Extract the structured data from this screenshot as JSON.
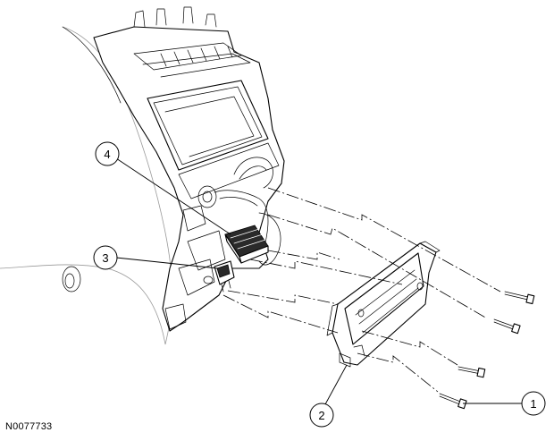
{
  "figure_id": "N0077733",
  "callouts": [
    {
      "number": "1"
    },
    {
      "number": "2"
    },
    {
      "number": "3"
    },
    {
      "number": "4"
    }
  ]
}
